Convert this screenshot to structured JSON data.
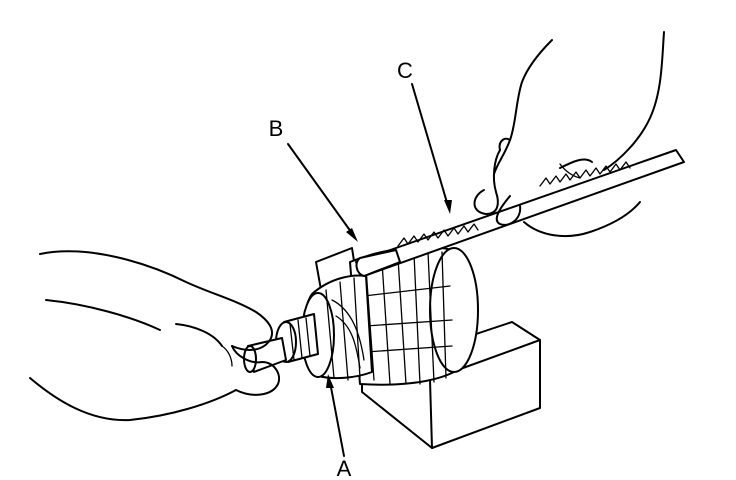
{
  "labels": {
    "a": "A",
    "b": "B",
    "c": "C"
  },
  "colors": {
    "ink": "#000000",
    "paper": "#ffffff"
  }
}
